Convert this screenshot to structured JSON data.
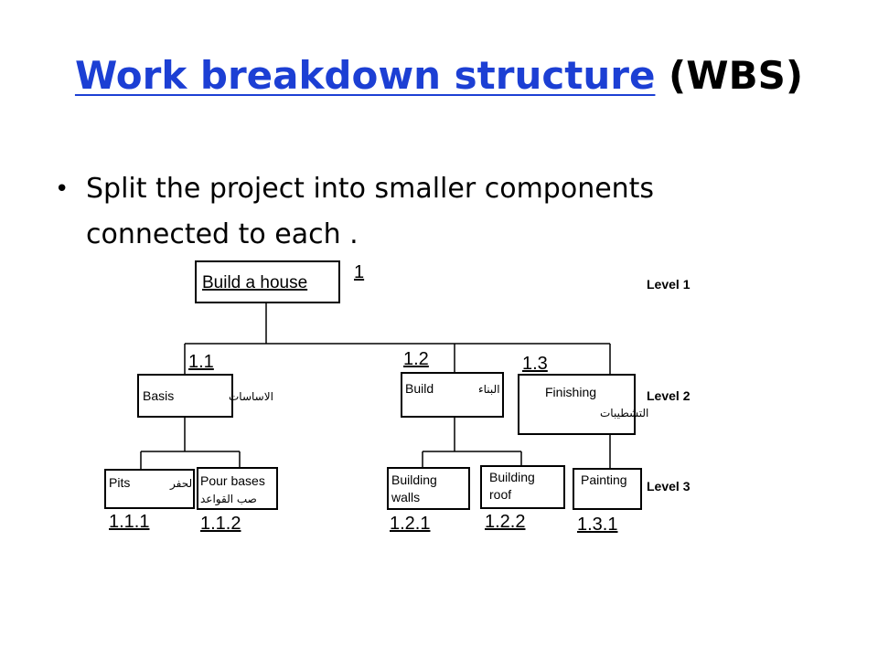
{
  "slide": {
    "title_link": "Work breakdown structure",
    "title_suffix": " (WBS)",
    "bullet": "Split the project into smaller components connected to each .",
    "link_color": "#1c3fd4"
  },
  "wbs": {
    "root": {
      "label": "Build a house",
      "code": "1"
    },
    "level2": [
      {
        "label": "Basis",
        "arabic": "الاساسات",
        "code": "1.1"
      },
      {
        "label": "Build",
        "arabic": "البناء",
        "code": "1.2"
      },
      {
        "label": "Finishing",
        "arabic": "التشطيبات",
        "code": "1.3"
      }
    ],
    "level3": [
      {
        "label": "Pits",
        "arabic": "الحفر",
        "code": "1.1.1"
      },
      {
        "label": "Pour bases",
        "arabic": "صب القواعد",
        "code": "1.1.2"
      },
      {
        "label_line1": "Building",
        "label_line2": "walls",
        "code": "1.2.1"
      },
      {
        "label_line1": "Building",
        "label_line2": "roof",
        "code": "1.2.2"
      },
      {
        "label": "Painting",
        "code": "1.3.1"
      }
    ],
    "levels": [
      "Level 1",
      "Level 2",
      "Level 3"
    ]
  }
}
